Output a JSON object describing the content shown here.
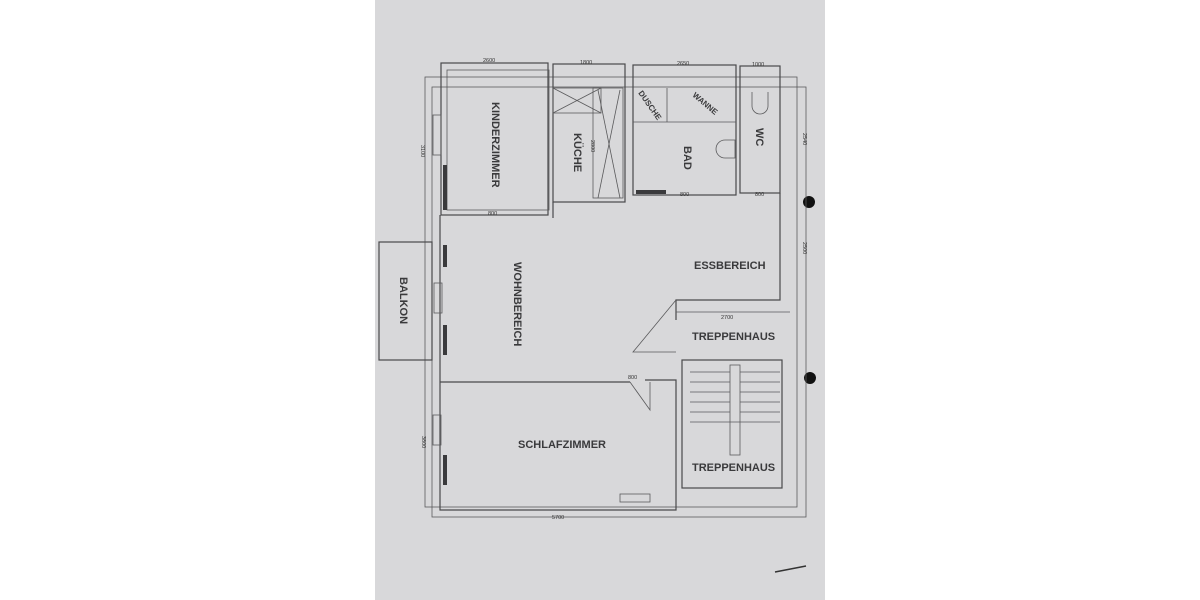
{
  "colors": {
    "paper": "#d8d8da",
    "ink": "#3a3a3c",
    "background": "#ffffff"
  },
  "rooms": {
    "kinderzimmer": "KINDERZIMMER",
    "kueche": "KÜCHE",
    "dusche": "DUSCHE",
    "wanne": "WANNE",
    "bad": "BAD",
    "wc": "WC",
    "balkon": "BALKON",
    "wohnbereich": "WOHNBEREICH",
    "essbereich": "ESSBEREICH",
    "treppenhaus_upper": "TREPPENHAUS",
    "treppenhaus_lower": "TREPPENHAUS",
    "schlafzimmer": "SCHLAFZIMMER"
  },
  "dimensions": {
    "kinderzimmer_width": "2600",
    "kueche_width": "1800",
    "bad_width": "2650",
    "wc_width": "1000",
    "kinderzimmer_depth": "3100",
    "kueche_depth": "2800",
    "wc_depth": "2540",
    "kinderzimmer_door": "800",
    "bad_door": "800",
    "wc_door": "800",
    "essbereich_depth": "2500",
    "essbereich_width": "2700",
    "schlafzimmer_door": "800",
    "schlafzimmer_depth": "3800",
    "total_width": "5700"
  }
}
